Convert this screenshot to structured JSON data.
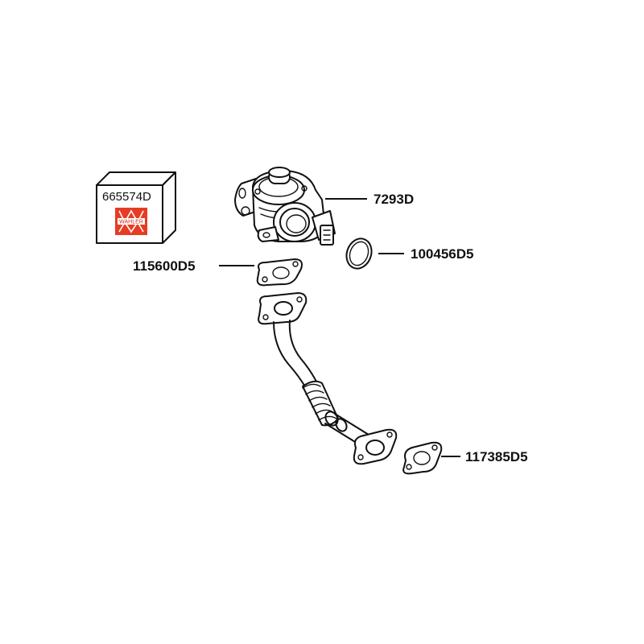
{
  "kit": {
    "part_number": "665574D",
    "brand_logo_text": "WAHLER",
    "brand_color": "#e63c24"
  },
  "callouts": {
    "egr_valve": "7293D",
    "o_ring": "100456D5",
    "valve_gasket": "115600D5",
    "pipe_gasket": "117385D5"
  }
}
